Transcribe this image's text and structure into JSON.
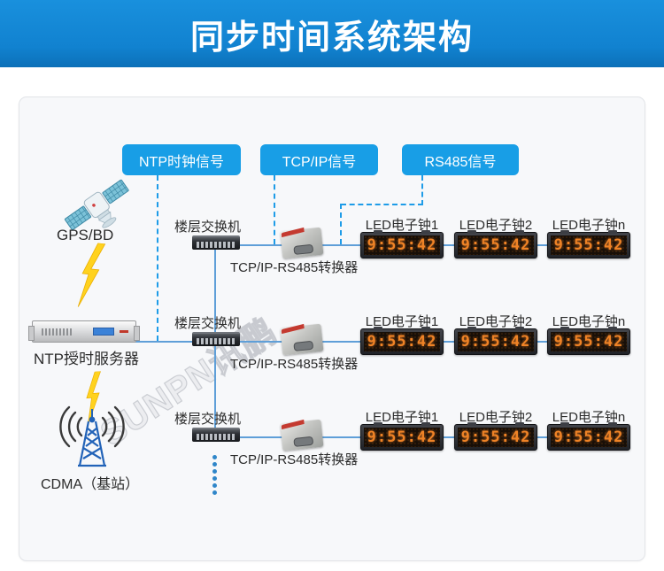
{
  "header": {
    "title": "同步时间系统架构"
  },
  "signals": [
    {
      "label": "NTP时钟信号"
    },
    {
      "label": "TCP/IP信号"
    },
    {
      "label": "RS485信号"
    }
  ],
  "left": {
    "gps_label": "GPS/BD",
    "server_label": "NTP授时服务器",
    "cdma_label": "CDMA（基站）"
  },
  "rows": [
    {
      "switch_label": "楼层交换机",
      "converter_label": "TCP/IP-RS485转换器",
      "clocks": [
        {
          "label": "LED电子钟1",
          "time": "9:55:42"
        },
        {
          "label": "LED电子钟2",
          "time": "9:55:42"
        },
        {
          "label": "LED电子钟n",
          "time": "9:55:42"
        }
      ]
    },
    {
      "switch_label": "楼层交换机",
      "converter_label": "TCP/IP-RS485转换器",
      "clocks": [
        {
          "label": "LED电子钟1",
          "time": "9:55:42"
        },
        {
          "label": "LED电子钟2",
          "time": "9:55:42"
        },
        {
          "label": "LED电子钟n",
          "time": "9:55:42"
        }
      ]
    },
    {
      "switch_label": "楼层交换机",
      "converter_label": "TCP/IP-RS485转换器",
      "clocks": [
        {
          "label": "LED电子钟1",
          "time": "9:55:42"
        },
        {
          "label": "LED电子钟2",
          "time": "9:55:42"
        },
        {
          "label": "LED电子钟n",
          "time": "9:55:42"
        }
      ]
    }
  ],
  "watermark": "SUNPN讯鹏",
  "icons": {
    "satellite": "gps-satellite-icon",
    "lightning": "wireless-signal-bolt-icon",
    "server": "ntp-server-icon",
    "tower": "cdma-base-station-icon",
    "switch": "network-switch-icon",
    "converter": "tcpip-rs485-converter-icon",
    "clock": "led-clock-icon"
  },
  "colors": {
    "banner_blue": "#1182d0",
    "signal_box_blue": "#189ee6",
    "dashed_line_blue": "#1e9ce8",
    "wire_blue": "#5f9fd8",
    "clock_digit_orange": "#ef8326",
    "lightning_yellow": "#ffd21e"
  }
}
